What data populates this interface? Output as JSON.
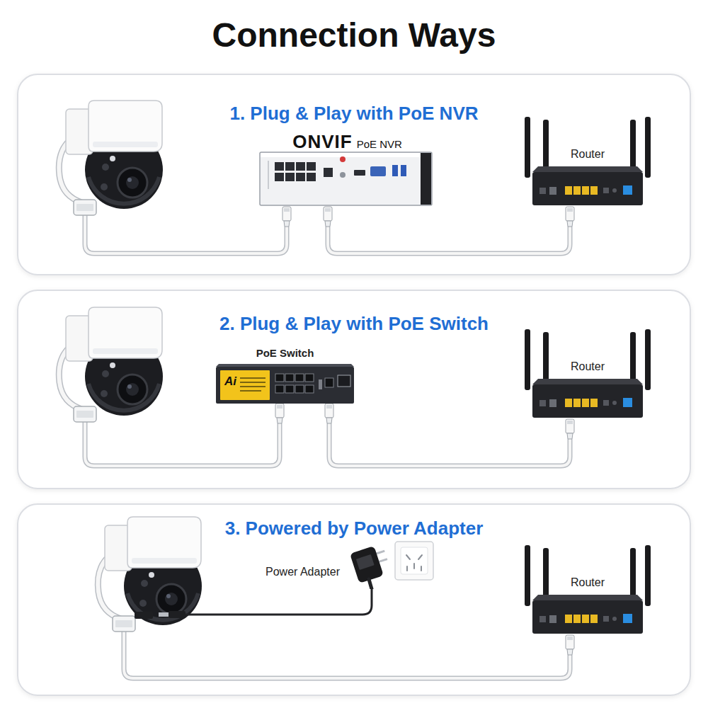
{
  "diagram": {
    "title": "Connection Ways",
    "nodes": [
      {
        "text": [
          "1. Plug & Play with PoE NVR"
        ]
      },
      {
        "text": [
          "ONVIF",
          "PoE NVR"
        ],
        "in": 0
      },
      {
        "text": [
          "Router"
        ],
        "in": 0
      },
      {
        "text": [
          "2. Plug & Play with PoE Switch"
        ]
      },
      {
        "text": [
          "PoE Switch"
        ],
        "in": 3
      },
      {
        "text": [
          "Router"
        ],
        "in": 3
      },
      {
        "text": [
          "3. Powered by Power Adapter"
        ]
      },
      {
        "text": [
          "Power Adapter"
        ],
        "in": 6
      },
      {
        "text": [
          "Router"
        ],
        "in": 6
      }
    ],
    "edges": [
      {
        "from": 1,
        "to": 2,
        "arrow": "none"
      },
      {
        "from": 4,
        "to": 5,
        "arrow": "none"
      }
    ],
    "labels": [
      "Ai"
    ]
  }
}
